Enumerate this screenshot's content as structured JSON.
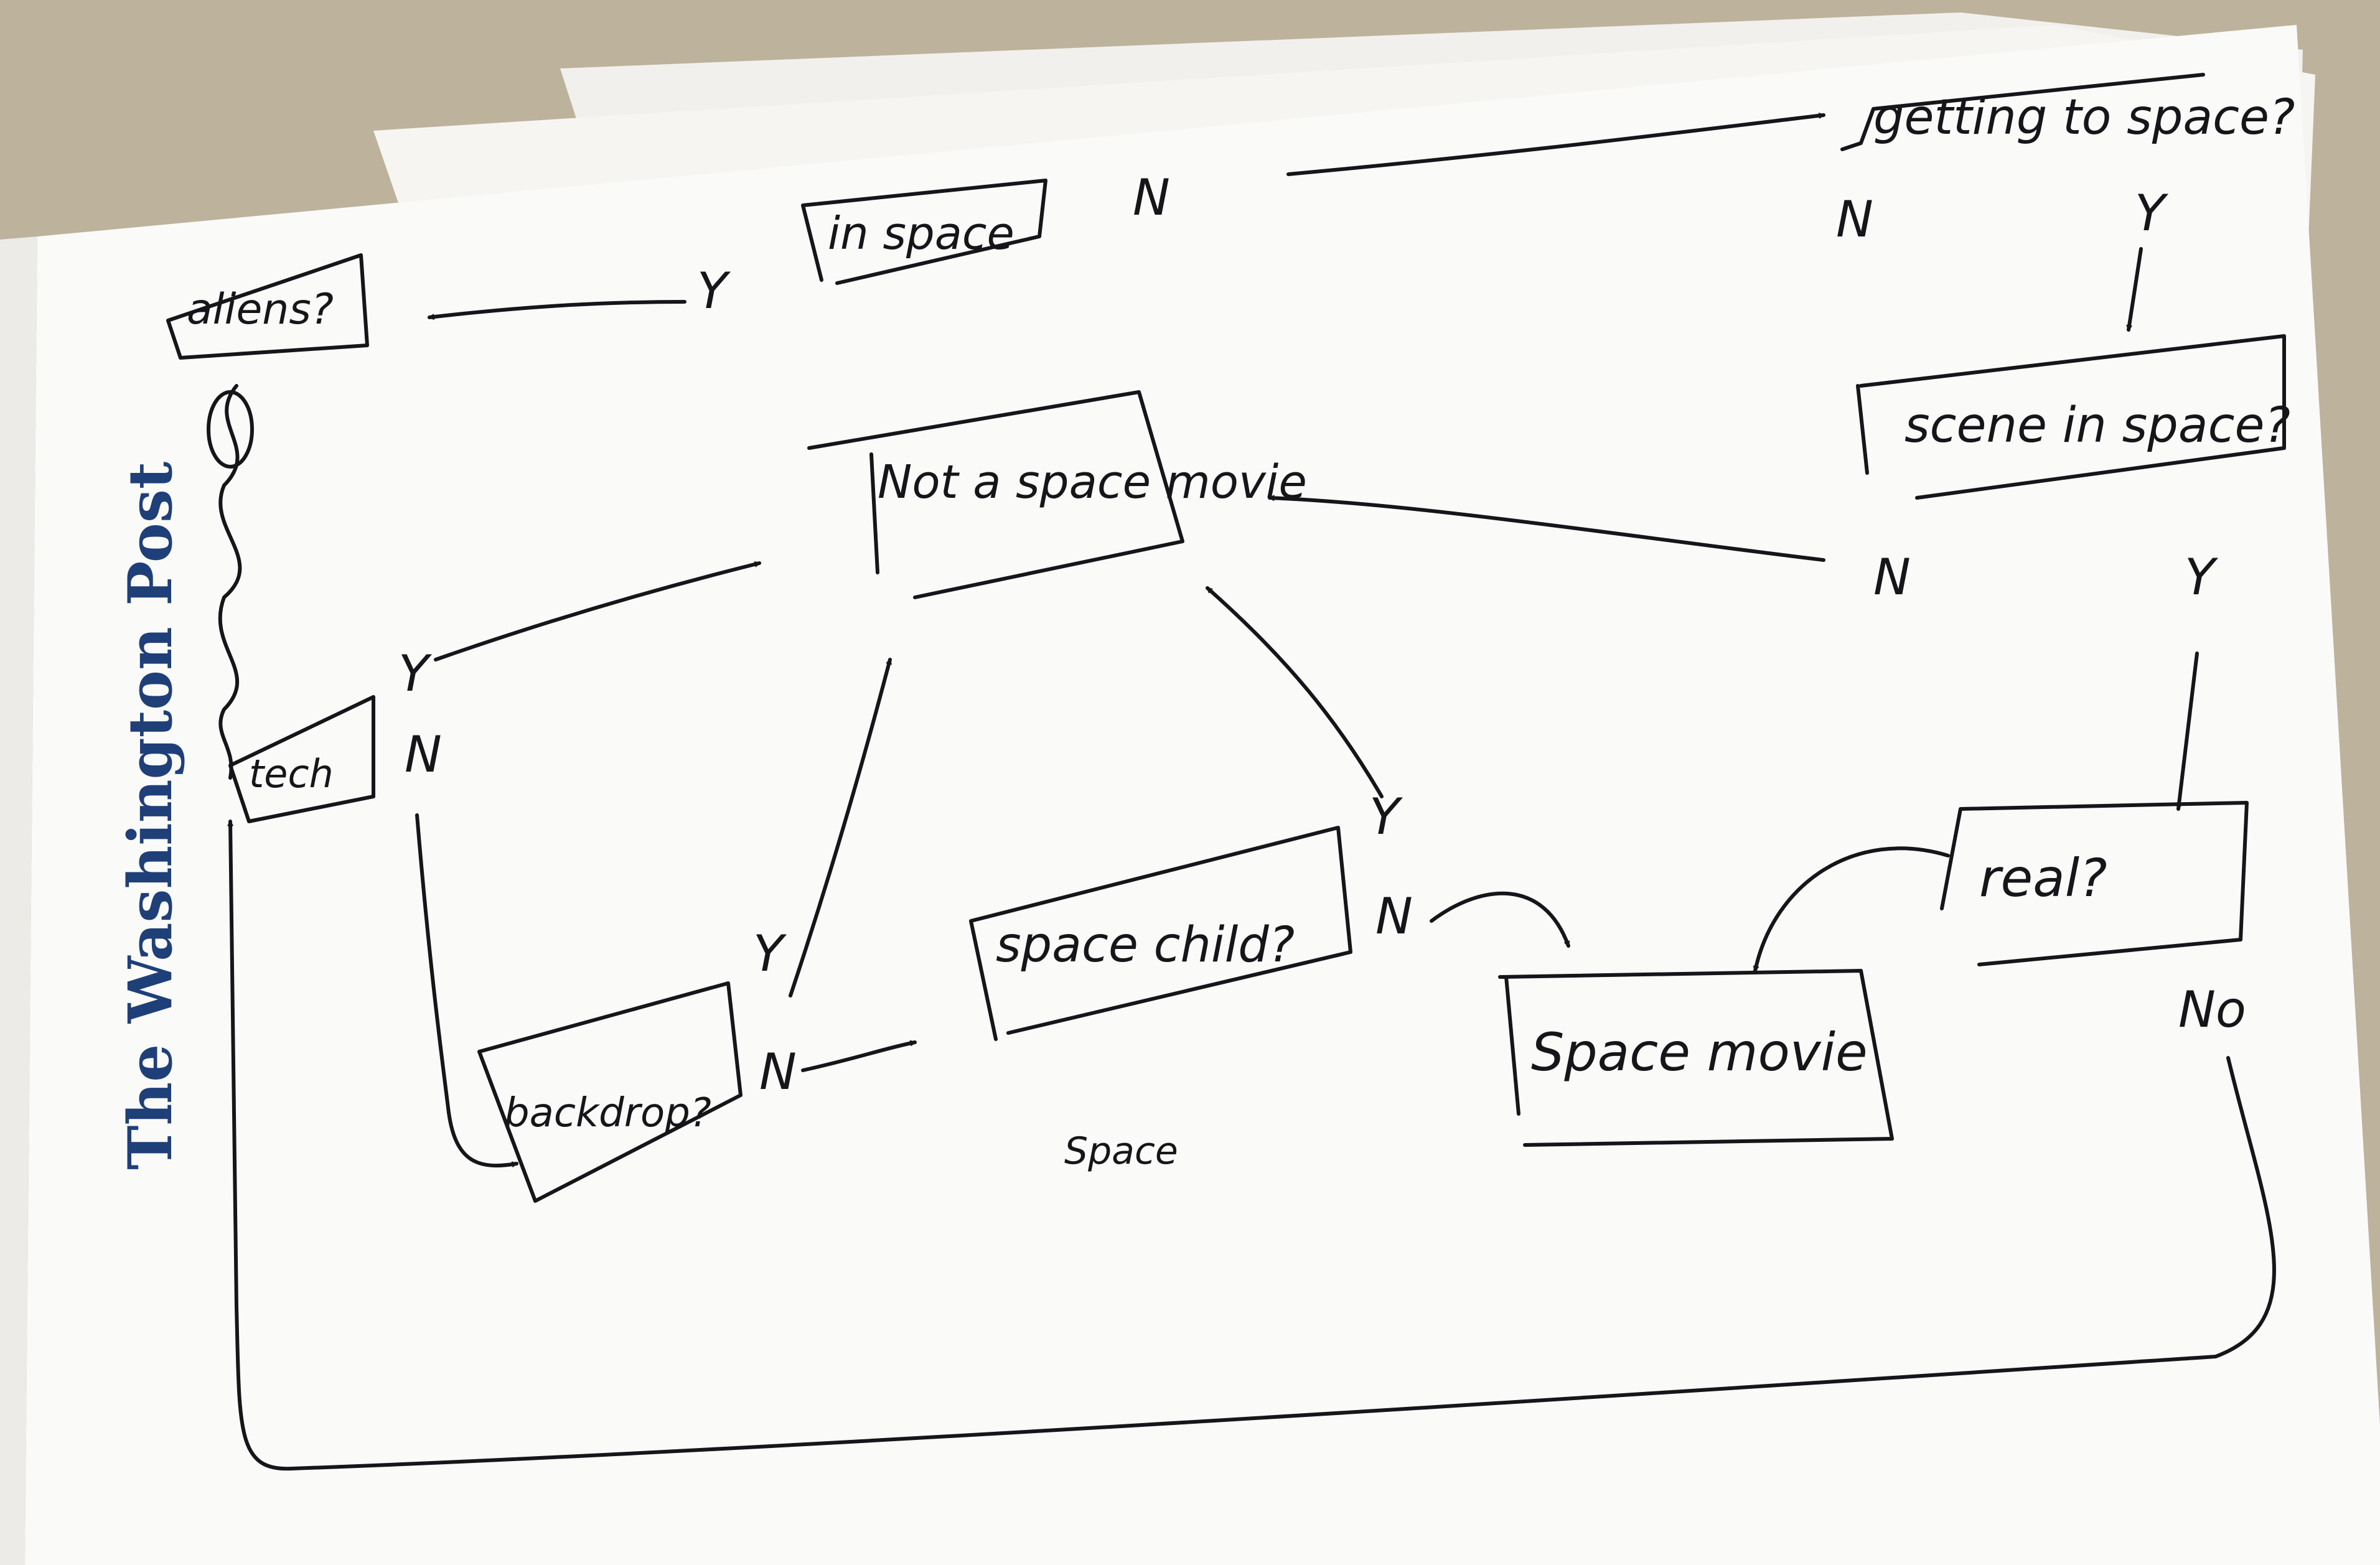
{
  "masthead": "The Washington Post",
  "nodes": {
    "in_space": "in space",
    "getting_to_space": "getting to space?",
    "aliens": "aliens?",
    "not_a_space_movie": "Not a space movie",
    "scene_in_space": "scene in space?",
    "tech": "tech",
    "space_child": "space child?",
    "backdrop": "backdrop?",
    "real": "real?",
    "space_movie": "Space movie"
  },
  "edge_labels": {
    "in_space_n": "N",
    "in_space_y": "Y",
    "getting_n": "N",
    "getting_y": "Y",
    "scene_n": "N",
    "scene_y": "Y",
    "tech_y": "Y",
    "tech_n": "N",
    "backdrop_y": "Y",
    "backdrop_n": "N",
    "space_child_y": "Y",
    "space_child_n": "N",
    "real_no": "No"
  },
  "scribble": "Space"
}
